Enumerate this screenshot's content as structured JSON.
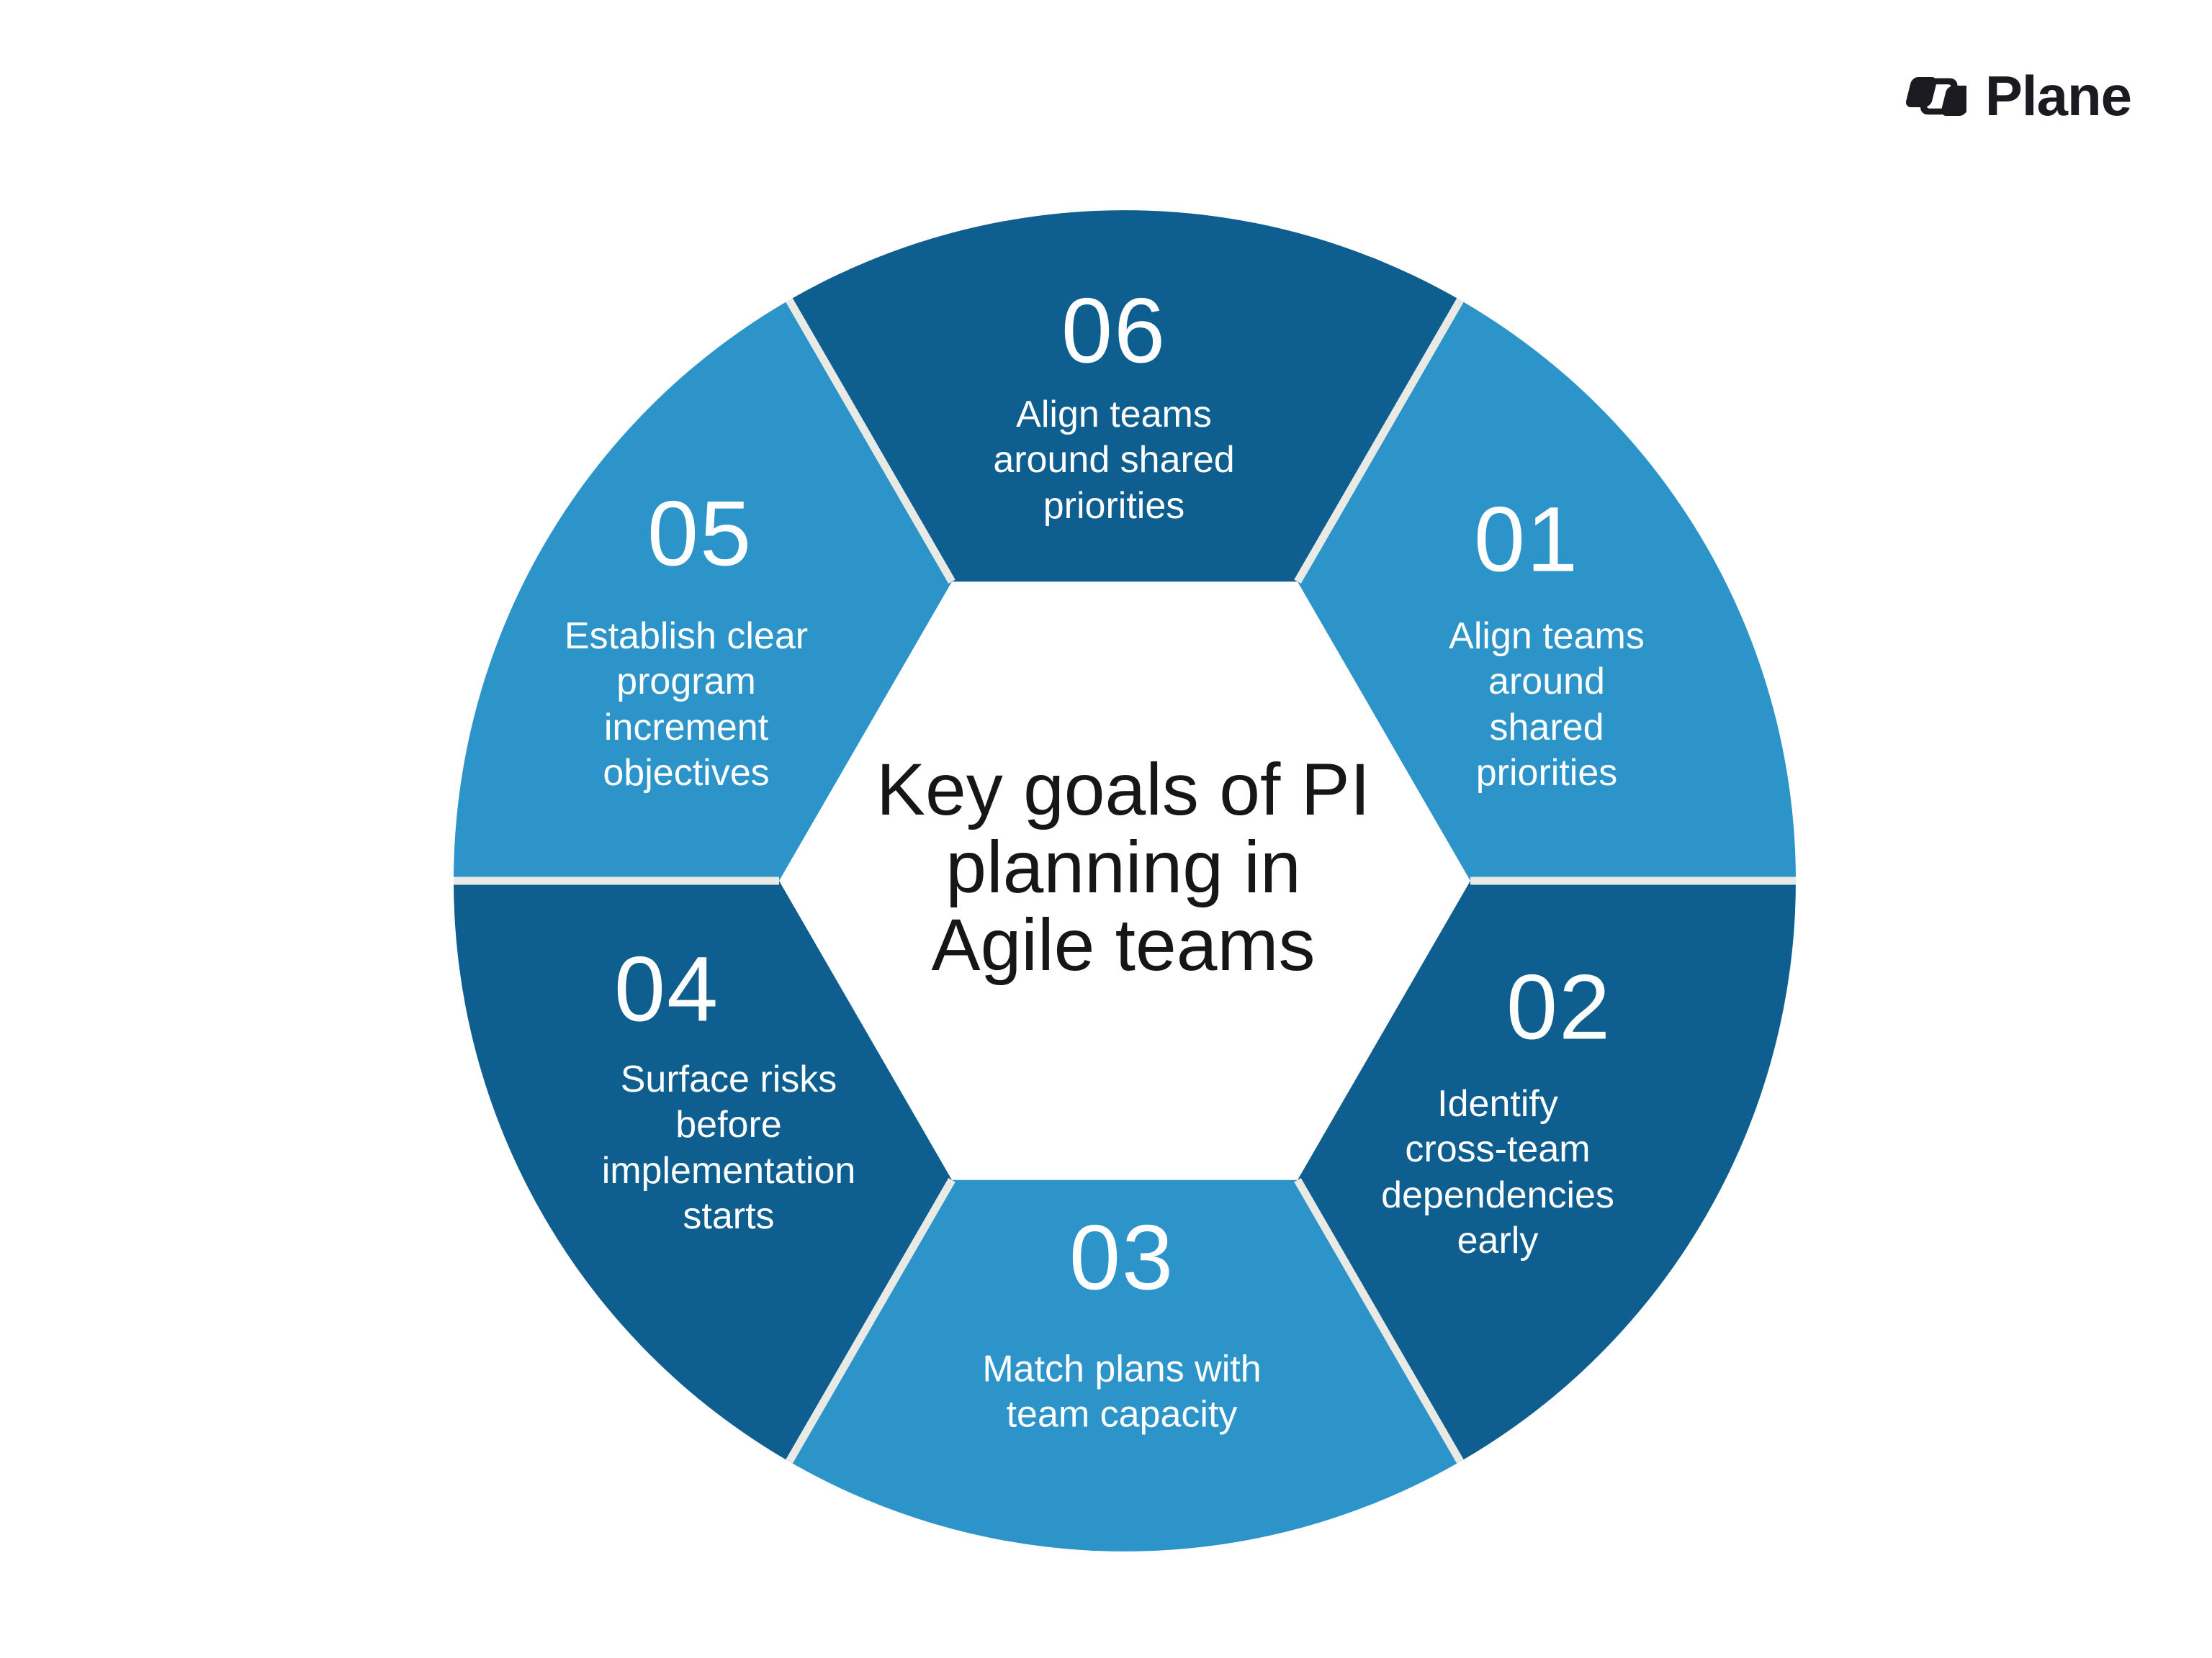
{
  "brand": {
    "wordmark": "Plane"
  },
  "title": {
    "full_text": "Key goals of PI planning in Agile teams",
    "lines": [
      "Key goals of PI",
      "planning in",
      "Agile teams"
    ]
  },
  "segments": [
    {
      "number": "01",
      "label": "Align teams around shared priorities",
      "lines": [
        "Align teams",
        "around",
        "shared",
        "priorities"
      ],
      "tone": "light"
    },
    {
      "number": "02",
      "label": "Identify cross-team dependencies early",
      "lines": [
        "Identify",
        "cross-team",
        "dependencies",
        "early"
      ],
      "tone": "dark"
    },
    {
      "number": "03",
      "label": "Match plans with team capacity",
      "lines": [
        "Match plans with",
        "team capacity"
      ],
      "tone": "light"
    },
    {
      "number": "04",
      "label": "Surface risks before implementation starts",
      "lines": [
        "Surface risks",
        "before",
        "implementation",
        "starts"
      ],
      "tone": "dark"
    },
    {
      "number": "05",
      "label": "Establish clear program increment objectives",
      "lines": [
        "Establish clear",
        "program",
        "increment",
        "objectives"
      ],
      "tone": "light"
    },
    {
      "number": "06",
      "label": "Align teams around shared priorities",
      "lines": [
        "Align teams",
        "around shared",
        "priorities"
      ],
      "tone": "dark"
    }
  ],
  "colors": {
    "segment_dark": "#0E5E8F",
    "segment_light": "#2C94C9",
    "divider_line": "#E9EAE5",
    "segment_text": "#FFFFFF",
    "title_text": "#161616",
    "logo_ink": "#1A1A20",
    "background": "#FFFFFF"
  }
}
